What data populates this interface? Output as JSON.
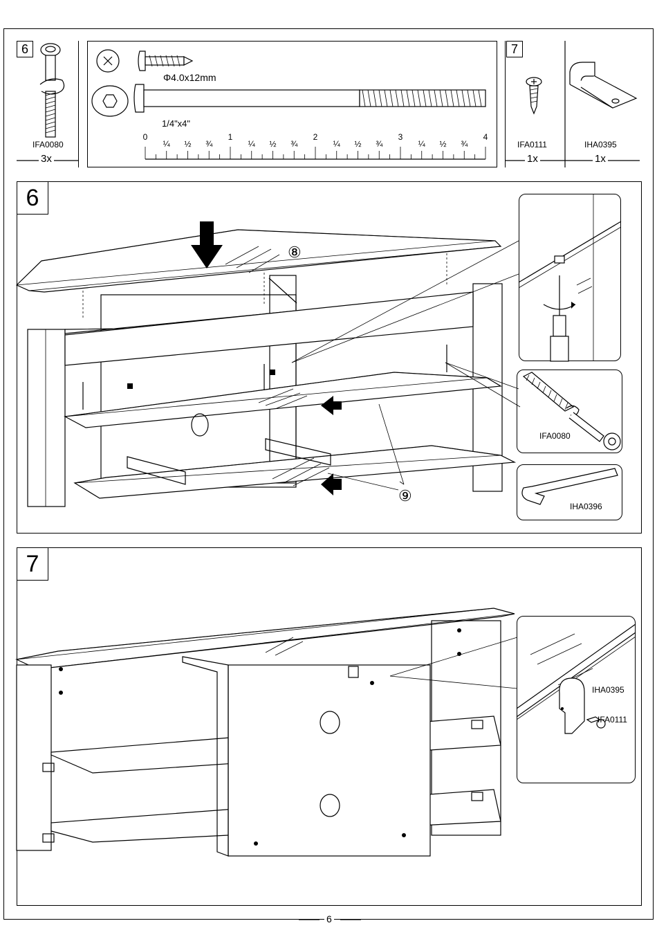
{
  "header": {
    "step6_label": "6",
    "step7_label": "7",
    "part_ifa0080": {
      "code": "IFA0080",
      "qty": "3x"
    },
    "screw_small": "Φ4.0x12mm",
    "bolt_size": "1/4\"x4\"",
    "ruler": {
      "numbers": [
        "0",
        "1",
        "2",
        "3",
        "4"
      ],
      "fractions": [
        "¼",
        "½",
        "¾"
      ]
    },
    "part_ifa0111": {
      "code": "IFA0111",
      "qty": "1x"
    },
    "part_iha0395": {
      "code": "IHA0395",
      "qty": "1x"
    }
  },
  "step6": {
    "number": "6",
    "callout_8": "⑧",
    "callout_9": "⑨",
    "detail_bolt_code": "IFA0080",
    "detail_key_code": "IHA0396"
  },
  "step7": {
    "number": "7",
    "detail_bracket_code": "IHA0395",
    "detail_screw_code": "IFA0111"
  },
  "footer": {
    "page_number": "6"
  }
}
